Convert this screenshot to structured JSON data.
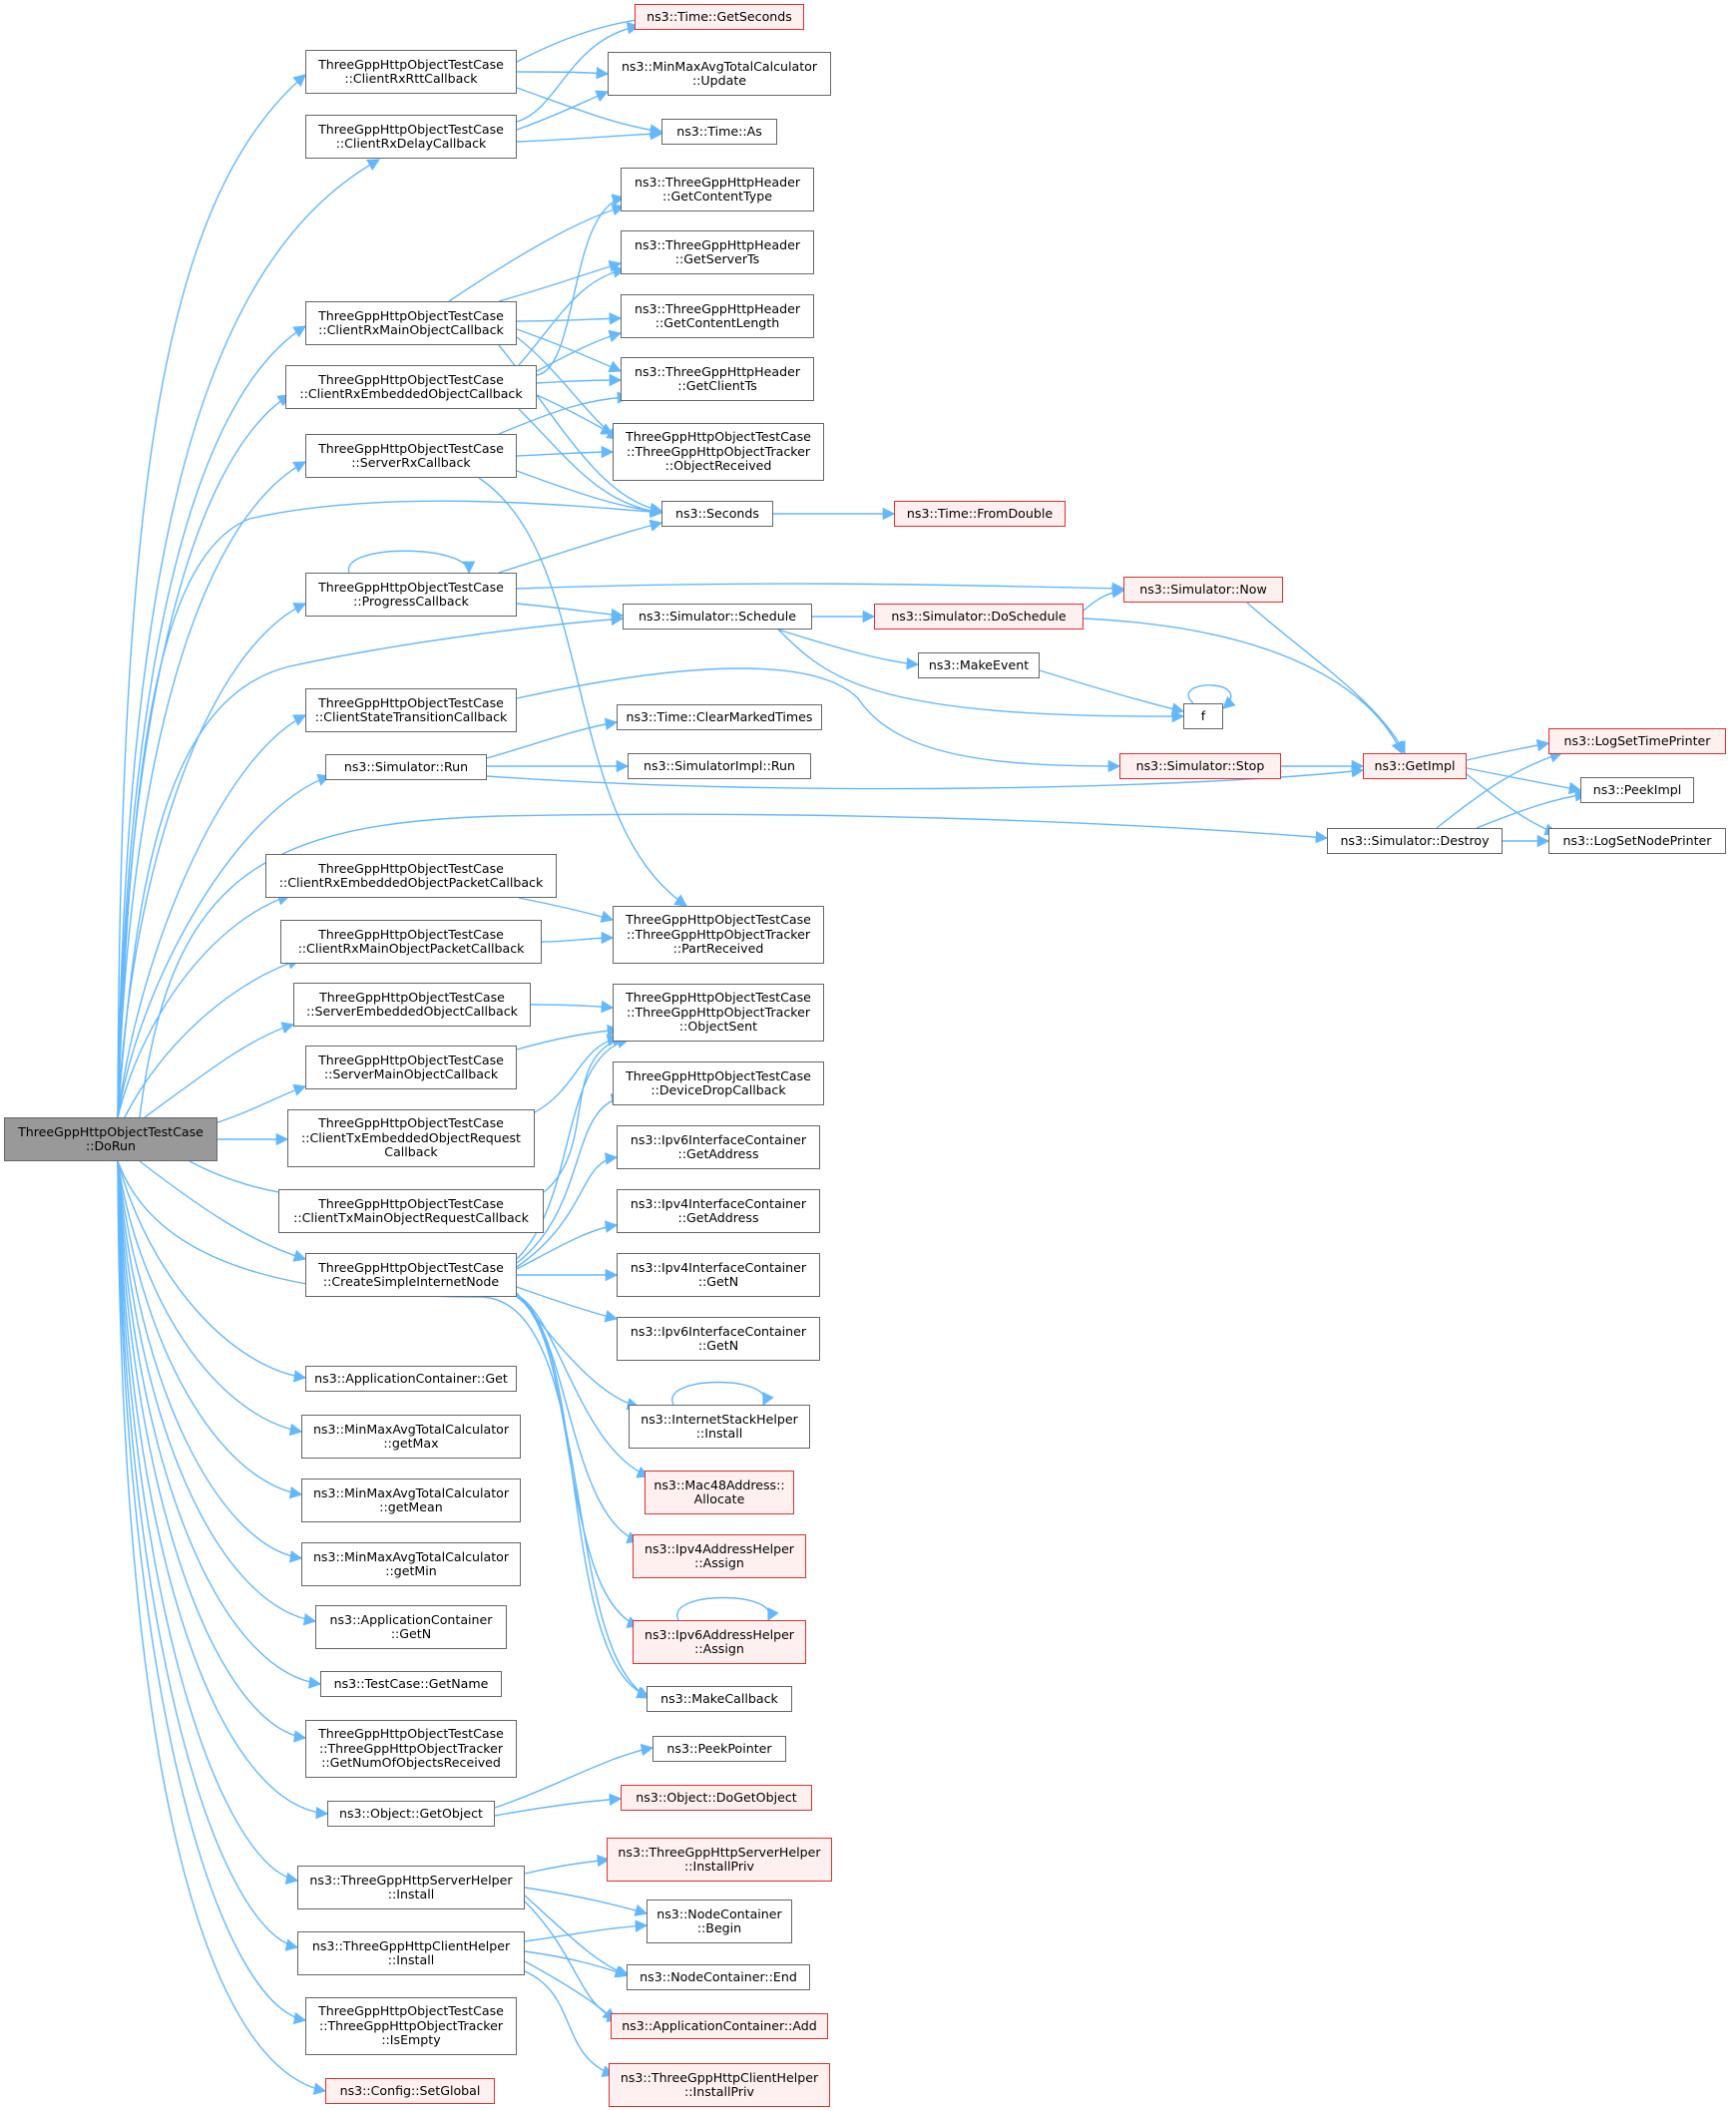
{
  "colors": {
    "edge": "#63b8ff",
    "border": "#666666",
    "red_border": "#e0302e",
    "red_fill": "#fff0f0",
    "root_fill": "#999999"
  },
  "nodes": [
    {
      "id": "dorun",
      "lines": [
        "ThreeGppHttpObjectTestCase",
        "::DoRun"
      ],
      "style": "root"
    },
    {
      "id": "c_rxrtt",
      "lines": [
        "ThreeGppHttpObjectTestCase",
        "::ClientRxRttCallback"
      ]
    },
    {
      "id": "c_rxdelay",
      "lines": [
        "ThreeGppHttpObjectTestCase",
        "::ClientRxDelayCallback"
      ]
    },
    {
      "id": "c_rxmain",
      "lines": [
        "ThreeGppHttpObjectTestCase",
        "::ClientRxMainObjectCallback"
      ]
    },
    {
      "id": "c_rxemb",
      "lines": [
        "ThreeGppHttpObjectTestCase",
        "::ClientRxEmbeddedObjectCallback"
      ]
    },
    {
      "id": "c_srvrx",
      "lines": [
        "ThreeGppHttpObjectTestCase",
        "::ServerRxCallback"
      ]
    },
    {
      "id": "c_prog",
      "lines": [
        "ThreeGppHttpObjectTestCase",
        "::ProgressCallback"
      ]
    },
    {
      "id": "c_state",
      "lines": [
        "ThreeGppHttpObjectTestCase",
        "::ClientStateTransitionCallback"
      ]
    },
    {
      "id": "sim_run",
      "lines": [
        "ns3::Simulator::Run"
      ]
    },
    {
      "id": "c_rxembpkt",
      "lines": [
        "ThreeGppHttpObjectTestCase",
        "::ClientRxEmbeddedObjectPacketCallback"
      ]
    },
    {
      "id": "c_rxmainpkt",
      "lines": [
        "ThreeGppHttpObjectTestCase",
        "::ClientRxMainObjectPacketCallback"
      ]
    },
    {
      "id": "c_srvemb",
      "lines": [
        "ThreeGppHttpObjectTestCase",
        "::ServerEmbeddedObjectCallback"
      ]
    },
    {
      "id": "c_srvmain",
      "lines": [
        "ThreeGppHttpObjectTestCase",
        "::ServerMainObjectCallback"
      ]
    },
    {
      "id": "c_txembreq",
      "lines": [
        "ThreeGppHttpObjectTestCase",
        "::ClientTxEmbeddedObjectRequest",
        "Callback"
      ]
    },
    {
      "id": "c_txmainreq",
      "lines": [
        "ThreeGppHttpObjectTestCase",
        "::ClientTxMainObjectRequestCallback"
      ]
    },
    {
      "id": "c_create",
      "lines": [
        "ThreeGppHttpObjectTestCase",
        "::CreateSimpleInternetNode"
      ]
    },
    {
      "id": "app_get",
      "lines": [
        "ns3::ApplicationContainer::Get"
      ]
    },
    {
      "id": "mm_getmax",
      "lines": [
        "ns3::MinMaxAvgTotalCalculator",
        "::getMax"
      ]
    },
    {
      "id": "mm_getmean",
      "lines": [
        "ns3::MinMaxAvgTotalCalculator",
        "::getMean"
      ]
    },
    {
      "id": "mm_getmin",
      "lines": [
        "ns3::MinMaxAvgTotalCalculator",
        "::getMin"
      ]
    },
    {
      "id": "app_getn",
      "lines": [
        "ns3::ApplicationContainer",
        "::GetN"
      ]
    },
    {
      "id": "tc_getname",
      "lines": [
        "ns3::TestCase::GetName"
      ]
    },
    {
      "id": "tr_getnum",
      "lines": [
        "ThreeGppHttpObjectTestCase",
        "::ThreeGppHttpObjectTracker",
        "::GetNumOfObjectsReceived"
      ]
    },
    {
      "id": "obj_getobj",
      "lines": [
        "ns3::Object::GetObject"
      ]
    },
    {
      "id": "srvh_install",
      "lines": [
        "ns3::ThreeGppHttpServerHelper",
        "::Install"
      ]
    },
    {
      "id": "clih_install",
      "lines": [
        "ns3::ThreeGppHttpClientHelper",
        "::Install"
      ]
    },
    {
      "id": "tr_isempty",
      "lines": [
        "ThreeGppHttpObjectTestCase",
        "::ThreeGppHttpObjectTracker",
        "::IsEmpty"
      ]
    },
    {
      "id": "cfg_setglobal",
      "lines": [
        "ns3::Config::SetGlobal"
      ],
      "style": "red"
    },
    {
      "id": "time_getsec",
      "lines": [
        "ns3::Time::GetSeconds"
      ],
      "style": "red"
    },
    {
      "id": "mm_update",
      "lines": [
        "ns3::MinMaxAvgTotalCalculator",
        "::Update"
      ]
    },
    {
      "id": "time_as",
      "lines": [
        "ns3::Time::As"
      ]
    },
    {
      "id": "hh_ctype",
      "lines": [
        "ns3::ThreeGppHttpHeader",
        "::GetContentType"
      ]
    },
    {
      "id": "hh_servts",
      "lines": [
        "ns3::ThreeGppHttpHeader",
        "::GetServerTs"
      ]
    },
    {
      "id": "hh_clen",
      "lines": [
        "ns3::ThreeGppHttpHeader",
        "::GetContentLength"
      ]
    },
    {
      "id": "hh_clits",
      "lines": [
        "ns3::ThreeGppHttpHeader",
        "::GetClientTs"
      ]
    },
    {
      "id": "tr_objrecv",
      "lines": [
        "ThreeGppHttpObjectTestCase",
        "::ThreeGppHttpObjectTracker",
        "::ObjectReceived"
      ]
    },
    {
      "id": "seconds",
      "lines": [
        "ns3::Seconds"
      ]
    },
    {
      "id": "sim_sched",
      "lines": [
        "ns3::Simulator::Schedule"
      ]
    },
    {
      "id": "time_clear",
      "lines": [
        "ns3::Time::ClearMarkedTimes"
      ]
    },
    {
      "id": "simimpl_run",
      "lines": [
        "ns3::SimulatorImpl::Run"
      ]
    },
    {
      "id": "tr_partrecv",
      "lines": [
        "ThreeGppHttpObjectTestCase",
        "::ThreeGppHttpObjectTracker",
        "::PartReceived"
      ]
    },
    {
      "id": "tr_objsent",
      "lines": [
        "ThreeGppHttpObjectTestCase",
        "::ThreeGppHttpObjectTracker",
        "::ObjectSent"
      ]
    },
    {
      "id": "c_devdrop",
      "lines": [
        "ThreeGppHttpObjectTestCase",
        "::DeviceDropCallback"
      ]
    },
    {
      "id": "ip6_getaddr",
      "lines": [
        "ns3::Ipv6InterfaceContainer",
        "::GetAddress"
      ]
    },
    {
      "id": "ip4_getaddr",
      "lines": [
        "ns3::Ipv4InterfaceContainer",
        "::GetAddress"
      ]
    },
    {
      "id": "ip4_getn",
      "lines": [
        "ns3::Ipv4InterfaceContainer",
        "::GetN"
      ]
    },
    {
      "id": "ip6_getn",
      "lines": [
        "ns3::Ipv6InterfaceContainer",
        "::GetN"
      ]
    },
    {
      "id": "ish_install",
      "lines": [
        "ns3::InternetStackHelper",
        "::Install"
      ]
    },
    {
      "id": "mac48",
      "lines": [
        "ns3::Mac48Address::",
        "Allocate"
      ],
      "style": "red"
    },
    {
      "id": "ip4h_assign",
      "lines": [
        "ns3::Ipv4AddressHelper",
        "::Assign"
      ],
      "style": "red"
    },
    {
      "id": "ip6h_assign",
      "lines": [
        "ns3::Ipv6AddressHelper",
        "::Assign"
      ],
      "style": "red"
    },
    {
      "id": "makecb",
      "lines": [
        "ns3::MakeCallback"
      ]
    },
    {
      "id": "peekptr",
      "lines": [
        "ns3::PeekPointer"
      ]
    },
    {
      "id": "obj_dogetobj",
      "lines": [
        "ns3::Object::DoGetObject"
      ],
      "style": "red"
    },
    {
      "id": "srvh_installpriv",
      "lines": [
        "ns3::ThreeGppHttpServerHelper",
        "::InstallPriv"
      ],
      "style": "red"
    },
    {
      "id": "nc_begin",
      "lines": [
        "ns3::NodeContainer",
        "::Begin"
      ]
    },
    {
      "id": "nc_end",
      "lines": [
        "ns3::NodeContainer::End"
      ]
    },
    {
      "id": "app_add",
      "lines": [
        "ns3::ApplicationContainer::Add"
      ],
      "style": "red"
    },
    {
      "id": "clih_installpriv",
      "lines": [
        "ns3::ThreeGppHttpClientHelper",
        "::InstallPriv"
      ],
      "style": "red"
    },
    {
      "id": "time_fromdouble",
      "lines": [
        "ns3::Time::FromDouble"
      ],
      "style": "red"
    },
    {
      "id": "sim_now",
      "lines": [
        "ns3::Simulator::Now"
      ],
      "style": "red"
    },
    {
      "id": "sim_dosched",
      "lines": [
        "ns3::Simulator::DoSchedule"
      ],
      "style": "red"
    },
    {
      "id": "makeevent",
      "lines": [
        "ns3::MakeEvent"
      ]
    },
    {
      "id": "f",
      "lines": [
        "f"
      ]
    },
    {
      "id": "sim_stop",
      "lines": [
        "ns3::Simulator::Stop"
      ],
      "style": "red"
    },
    {
      "id": "getimpl",
      "lines": [
        "ns3::GetImpl"
      ],
      "style": "red"
    },
    {
      "id": "sim_destroy",
      "lines": [
        "ns3::Simulator::Destroy"
      ]
    },
    {
      "id": "logtime",
      "lines": [
        "ns3::LogSetTimePrinter"
      ],
      "style": "red"
    },
    {
      "id": "peekimpl",
      "lines": [
        "ns3::PeekImpl"
      ]
    },
    {
      "id": "lognode",
      "lines": [
        "ns3::LogSetNodePrinter"
      ]
    }
  ]
}
